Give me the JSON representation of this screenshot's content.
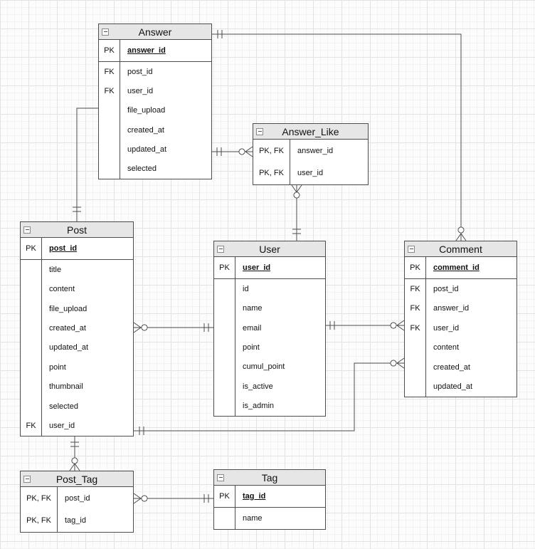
{
  "entities": {
    "answer": {
      "title": "Answer",
      "rows": [
        {
          "key": "PK",
          "name": "answer_id",
          "pk": true
        },
        {
          "key": "FK",
          "name": "post_id"
        },
        {
          "key": "FK",
          "name": "user_id"
        },
        {
          "key": "",
          "name": "file_upload"
        },
        {
          "key": "",
          "name": "created_at"
        },
        {
          "key": "",
          "name": "updated_at"
        },
        {
          "key": "",
          "name": "selected"
        }
      ]
    },
    "answer_like": {
      "title": "Answer_Like",
      "rows": [
        {
          "key": "PK, FK",
          "name": "answer_id"
        },
        {
          "key": "PK, FK",
          "name": "user_id"
        }
      ]
    },
    "post": {
      "title": "Post",
      "rows": [
        {
          "key": "PK",
          "name": "post_id",
          "pk": true
        },
        {
          "key": "",
          "name": "title"
        },
        {
          "key": "",
          "name": "content"
        },
        {
          "key": "",
          "name": "file_upload"
        },
        {
          "key": "",
          "name": "created_at"
        },
        {
          "key": "",
          "name": "updated_at"
        },
        {
          "key": "",
          "name": "point"
        },
        {
          "key": "",
          "name": "thumbnail"
        },
        {
          "key": "",
          "name": "selected"
        },
        {
          "key": "FK",
          "name": "user_id"
        }
      ]
    },
    "user": {
      "title": "User",
      "rows": [
        {
          "key": "PK",
          "name": "user_id",
          "pk": true
        },
        {
          "key": "",
          "name": "id"
        },
        {
          "key": "",
          "name": "name"
        },
        {
          "key": "",
          "name": "email"
        },
        {
          "key": "",
          "name": "point"
        },
        {
          "key": "",
          "name": "cumul_point"
        },
        {
          "key": "",
          "name": "is_active"
        },
        {
          "key": "",
          "name": "is_admin"
        }
      ]
    },
    "comment": {
      "title": "Comment",
      "rows": [
        {
          "key": "PK",
          "name": "comment_id",
          "pk": true
        },
        {
          "key": "FK",
          "name": "post_id"
        },
        {
          "key": "FK",
          "name": "answer_id"
        },
        {
          "key": "FK",
          "name": "user_id"
        },
        {
          "key": "",
          "name": "content"
        },
        {
          "key": "",
          "name": "created_at"
        },
        {
          "key": "",
          "name": "updated_at"
        }
      ]
    },
    "post_tag": {
      "title": "Post_Tag",
      "rows": [
        {
          "key": "PK, FK",
          "name": "post_id"
        },
        {
          "key": "PK, FK",
          "name": "tag_id"
        }
      ]
    },
    "tag": {
      "title": "Tag",
      "rows": [
        {
          "key": "PK",
          "name": "tag_id",
          "pk": true
        },
        {
          "key": "",
          "name": "name"
        }
      ]
    }
  },
  "relationships": [
    {
      "from": "Answer",
      "to": "Comment",
      "from_end": "exactly-one",
      "to_end": "zero-or-many"
    },
    {
      "from": "Post",
      "to": "Answer",
      "from_end": "exactly-one",
      "to_end": "zero-or-many"
    },
    {
      "from": "Answer",
      "to": "Answer_Like",
      "from_end": "exactly-one",
      "to_end": "zero-or-many"
    },
    {
      "from": "User",
      "to": "Answer_Like",
      "from_end": "exactly-one",
      "to_end": "zero-or-many"
    },
    {
      "from": "User",
      "to": "Post",
      "from_end": "exactly-one",
      "to_end": "zero-or-many"
    },
    {
      "from": "User",
      "to": "Comment",
      "from_end": "exactly-one",
      "to_end": "zero-or-many"
    },
    {
      "from": "Post",
      "to": "Comment",
      "from_end": "exactly-one",
      "to_end": "zero-or-many"
    },
    {
      "from": "Post",
      "to": "Post_Tag",
      "from_end": "exactly-one",
      "to_end": "zero-or-many"
    },
    {
      "from": "Tag",
      "to": "Post_Tag",
      "from_end": "exactly-one",
      "to_end": "zero-or-many"
    }
  ],
  "colors": {
    "entity_border": "#4d4d4d",
    "header_fill": "#e6e6e6",
    "connector": "#4d4d4d",
    "background": "#fcfcfc",
    "grid_minor": "#f2f2f2",
    "grid_major": "#e3e3e3",
    "text": "#111111"
  }
}
